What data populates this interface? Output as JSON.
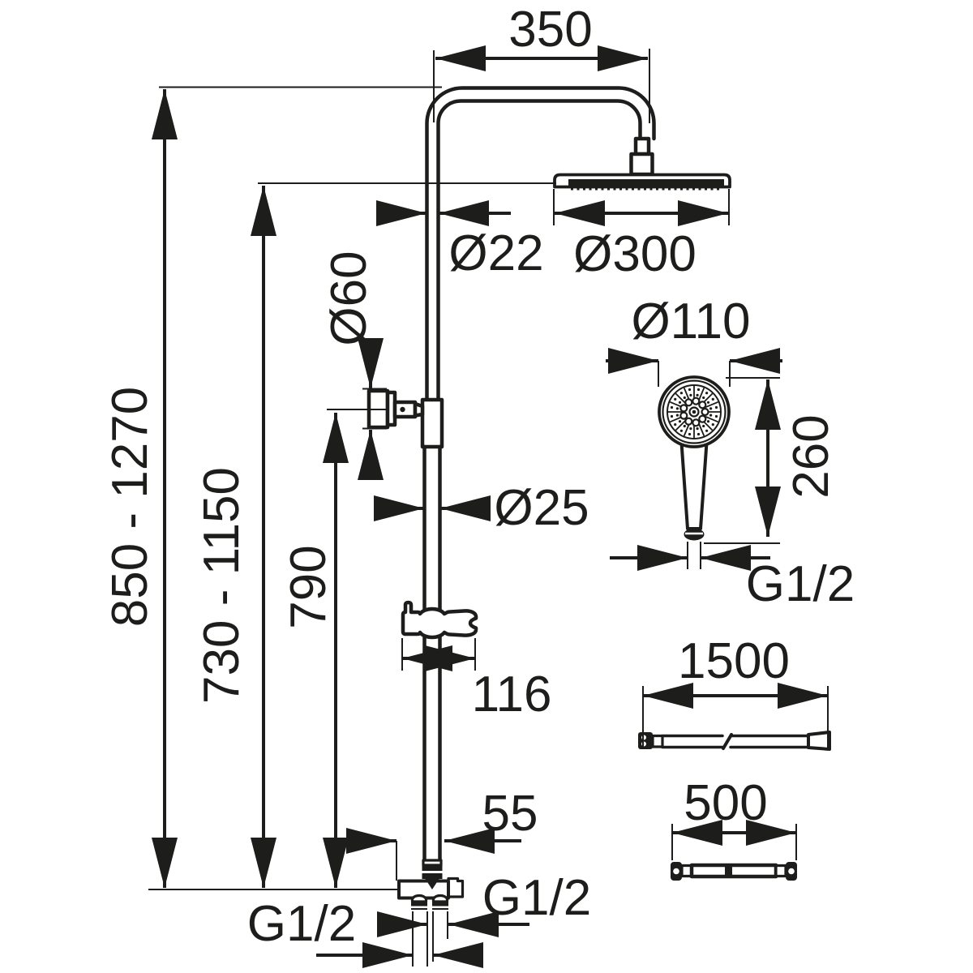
{
  "diagram": {
    "title": "shower-column-dimensional-drawing",
    "colors": {
      "line": "#1d1d1b",
      "background": "#ffffff"
    },
    "dimensions": {
      "total_height": "850 - 1270",
      "column_height": "730 - 1150",
      "bracket_height": "790",
      "bracket_diameter": "Ø60",
      "arm_length": "350",
      "pipe_diameter": "Ø22",
      "head_diameter": "Ø300",
      "column_diameter": "Ø25",
      "holder_width": "116",
      "handshower_diameter": "Ø110",
      "handshower_length": "260",
      "handshower_thread": "G1/2",
      "hose_length": "1500",
      "connection_hose_length": "500",
      "valve_offset": "55",
      "valve_thread_bottom": "G1/2",
      "valve_thread_side": "G1/2"
    }
  }
}
